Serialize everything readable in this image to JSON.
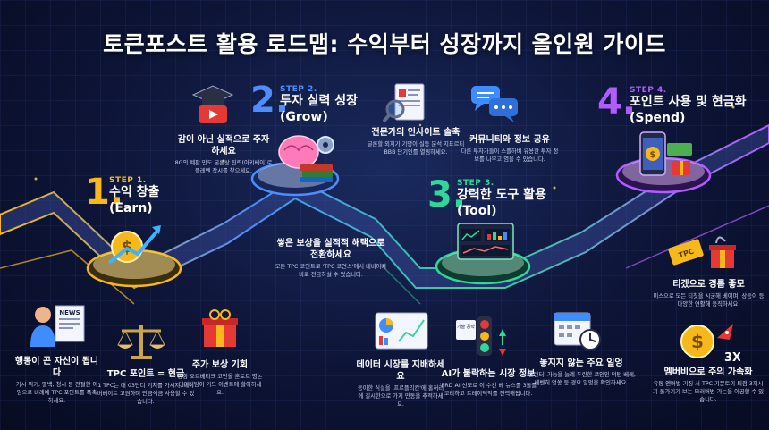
{
  "title": "토큰포스트 활용 로드맵: 수익부터 성장까지 올인원 가이드",
  "colors": {
    "earn": "#f6b81b",
    "grow": "#4f8cff",
    "tool": "#2fd79a",
    "spend": "#b05cff"
  },
  "steps": [
    {
      "num": "1.",
      "label": "STEP 1.",
      "title": "수익 창출",
      "sub": "(Earn)"
    },
    {
      "num": "2.",
      "label": "STEP 2.",
      "title": "투자 실력 성장",
      "sub": "(Grow)"
    },
    {
      "num": "3.",
      "label": "STEP 3.",
      "title": "강력한 도구 활용",
      "sub": "(Tool)"
    },
    {
      "num": "4.",
      "label": "STEP 4.",
      "title": "포인트 사용 및 현금화",
      "sub": "(Spend)"
    }
  ],
  "grow_left": {
    "heading": "감이 아닌 실적으로 주자하세요",
    "desc": "8G의 폐판 만도 본론상 진력(이키베이)로 플레벤 작시를 찾으세요."
  },
  "grow_mid": {
    "heading": "전문가의 인사이트 솔축",
    "desc": "글론할 외지기 기명이 실동 분석 지표르티 BBB 단기인를 열림하세요."
  },
  "grow_right": {
    "heading": "커뮤니티와 정보 공유",
    "desc": "다른 투자가들이 스플하벼 유용한 투자 정보를 나무고 염을 수 있습니다."
  },
  "center_note": {
    "heading": "쌓은 보상을 실적적 해택으로 전환하세요",
    "desc": "모든 TPC 코인트로 'TPC 코언스'에서 내비어빠비로 전금하설 수 었습니다."
  },
  "bottom": [
    {
      "heading": "행동이 곤 자신이 됩니다",
      "desc": "가시 뮈기, 별백, 청시 등 전절한 이임으로 비례예 TPC 포인트를 폭축하세요."
    },
    {
      "heading": "TPC 포인트 = 현금",
      "desc": "1 TPC는 대 03단디 기치를 가시지, 네이버베이트 고원하며 만금식금 사용할 수 있습니다."
    },
    {
      "heading": "주가 보상 기회",
      "desc": "종항 오르베티크 코반올 혼토트 명논 데이터탐이 키드 이벤트에 할아하세요."
    },
    {
      "heading": "데이터 시장를 지배하세요",
      "desc": "응이한 식설을 '프르플리칸'에 홍허러에 길시한으로 가지 민동을 추적하세요."
    },
    {
      "heading": "AI가 불락하는 시장 정보",
      "desc": "'PRD AI 신모로 이 수긴 베 뉴스를 3돌를 코리하고 트레이덕익를 진력해됩니다."
    },
    {
      "heading": "놓지지 않는 주요 일엉",
      "desc": "'벤텐터' 가능을 늘례 두린한 코인인 덕텀 베레, 베벤히 엉쏭 등 경요 일엉을 확인하세요."
    },
    {
      "heading": "티겠으로 경름 좋모",
      "desc": "미스으로 모든 티칫을 시궁해 베이며, 상등이 등 다양한 연활해 응직하세요."
    },
    {
      "heading": "멤버비으로 주의 가속화",
      "desc": "유동 엔버벌 기징 서 TPC 기문토이 퇴점 3끼시기 돌가기기 보는 모러버번 가는을 이공할 수 있습니다."
    }
  ],
  "badges": {
    "news": "NEWS",
    "tpc": "TPC",
    "multiplier": "3X",
    "signal": "기술 공략"
  },
  "icons": [
    "graduation-cap-icon",
    "video-play-icon",
    "document-magnifier-icon",
    "chat-bubbles-icon",
    "brain-gear-icon",
    "coin-growth-icon",
    "dashboard-icon",
    "phone-money-icon",
    "person-news-icon",
    "scale-icon",
    "gift-box-icon",
    "chart-tablet-icon",
    "traffic-light-icon",
    "calendar-clock-icon",
    "ticket-gift-icon",
    "coin-rocket-icon"
  ]
}
